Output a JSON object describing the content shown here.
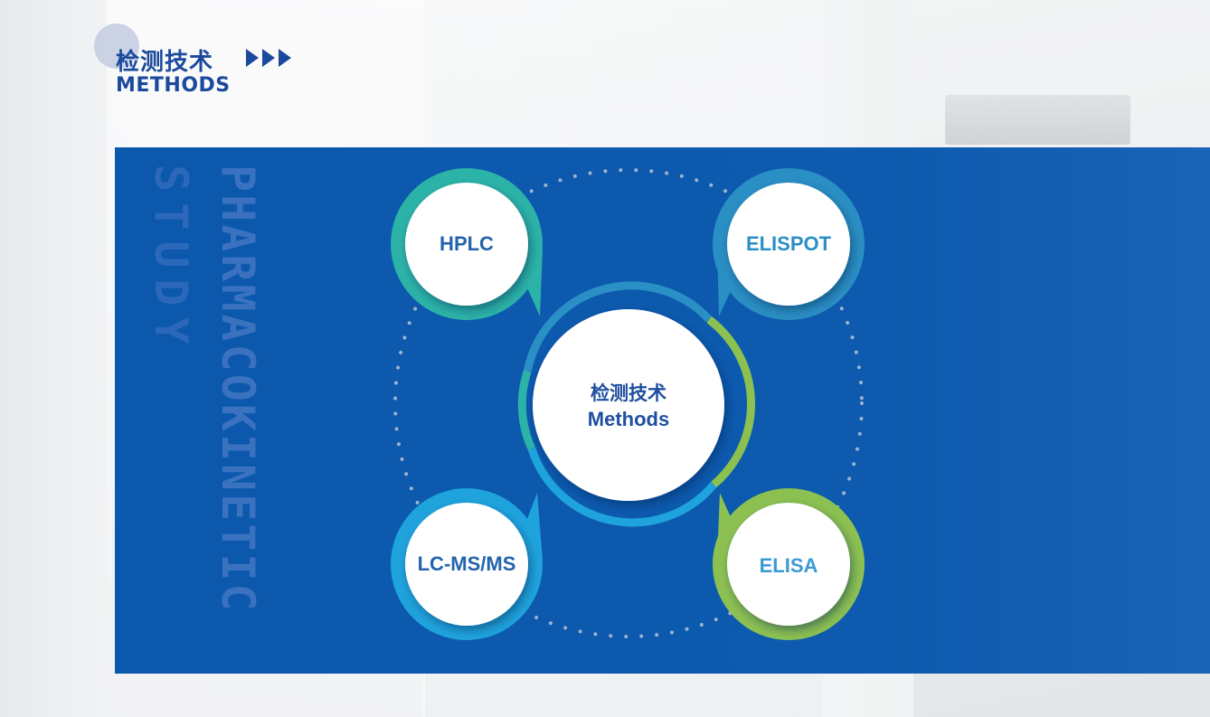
{
  "header": {
    "title_cn": "检测技术",
    "title_en": "METHODS"
  },
  "side_text": {
    "line1": "PHARMACOKINETIC",
    "line2": "STUDY"
  },
  "center": {
    "title_cn": "检测技术",
    "title_en": "Methods"
  },
  "nodes": [
    {
      "label": "HPLC",
      "color": "#2cb3a8",
      "text_color": "#2363ad"
    },
    {
      "label": "ELISPOT",
      "color": "#2a8fc4",
      "text_color": "#2a8fc4"
    },
    {
      "label": "LC-MS/MS",
      "color": "#1fa3dc",
      "text_color": "#2363ad"
    },
    {
      "label": "ELISA",
      "color": "#8cc152",
      "text_color": "#3b9ad6"
    }
  ],
  "colors": {
    "band": "#0b58ad",
    "title": "#1b4a9c"
  }
}
